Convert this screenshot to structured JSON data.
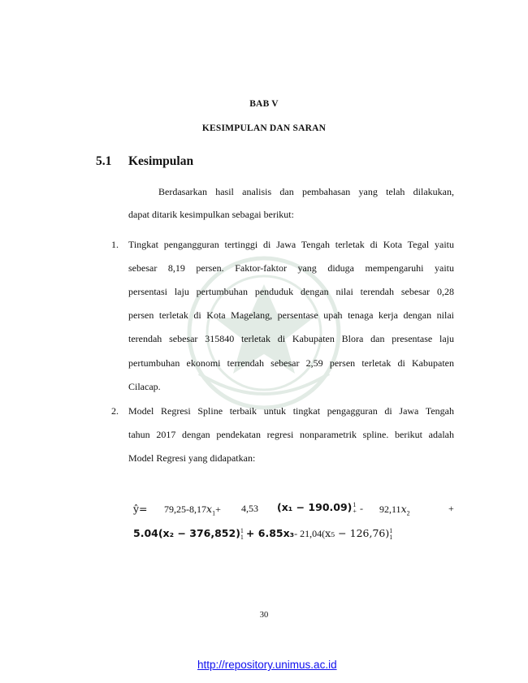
{
  "header": {
    "chapter": "BAB V",
    "chapter_title": "KESIMPULAN DAN SARAN"
  },
  "section": {
    "number": "5.1",
    "title": "Kesimpulan"
  },
  "intro": {
    "line1": "Berdasarkan hasil analisis dan pembahasan yang telah dilakukan,",
    "line2": "dapat ditarik kesimpulkan sebagai berikut:"
  },
  "items": [
    {
      "number": "1.",
      "lines": [
        "Tingkat pengangguran tertinggi di Jawa Tengah terletak di Kota Tegal yaitu",
        "sebesar 8,19 persen. Faktor-faktor yang diduga mempengaruhi yaitu",
        "persentasi laju pertumbuhan penduduk dengan nilai terendah sebesar 0,28",
        "persen terletak di Kota Magelang, persentase upah tenaga kerja dengan nilai",
        "terendah sebesar 315840 terletak di Kabupaten Blora dan presentase laju",
        "pertumbuhan ekonomi terrendah sebesar 2,59 persen terletak di Kabupaten",
        "Cilacap."
      ]
    },
    {
      "number": "2.",
      "lines": [
        "Model Regresi Spline terbaik untuk tingkat pengagguran di Jawa Tengah",
        "tahun 2017 dengan pendekatan regresi nonparametrik spline. berikut adalah",
        "Model Regresi yang didapatkan:"
      ]
    }
  ],
  "equation": {
    "yhat": "ŷ=",
    "part1": "79,25-8,17",
    "x1": "x",
    "x1sub": "1",
    "plus1": "+",
    "coef2": "4,53",
    "knot1": "(x₁ − 190.09)",
    "pow": "1",
    "plus_sub": "+",
    "minus": "-",
    "coef3": "92,11",
    "x2": "x",
    "x2sub": "2",
    "plus2": "+",
    "line2_a": "5.04(x₂ − 376,852)",
    "line2_b": "+ 6.85x₃",
    "line2_c": "- 21,04(",
    "line2_d": "x₅ − 126,76)"
  },
  "page_number": "30",
  "footer": {
    "url": "http://repository.unimus.ac.id"
  },
  "colors": {
    "text": "#111111",
    "link": "#1010ee",
    "watermark": "#2a6a40"
  }
}
